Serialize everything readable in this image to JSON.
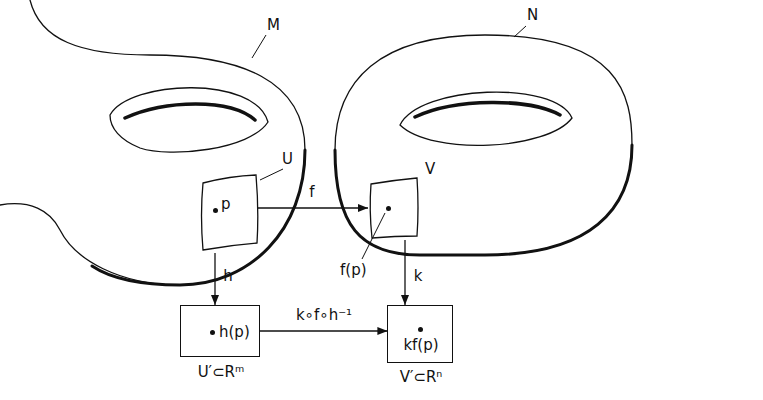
{
  "diagram": {
    "nodes": [
      {
        "text": [
          "M"
        ]
      },
      {
        "text": [
          "U",
          "p"
        ],
        "in": 0
      },
      {
        "text": [
          "N"
        ]
      },
      {
        "text": [
          "V",
          "f(p)"
        ],
        "in": 2
      },
      {
        "text": [
          "h(p)",
          "U′⊂Rᵐ"
        ]
      },
      {
        "text": [
          "kf(p)",
          "V′⊂Rⁿ"
        ]
      }
    ],
    "edges": [
      {
        "from": 1,
        "to": 3,
        "arrow": "to",
        "label": "f"
      },
      {
        "from": 1,
        "to": 4,
        "arrow": "to",
        "label": "h"
      },
      {
        "from": 3,
        "to": 5,
        "arrow": "to",
        "label": "k"
      },
      {
        "from": 4,
        "to": 5,
        "arrow": "to",
        "label": "k∘f∘h⁻¹"
      }
    ]
  }
}
